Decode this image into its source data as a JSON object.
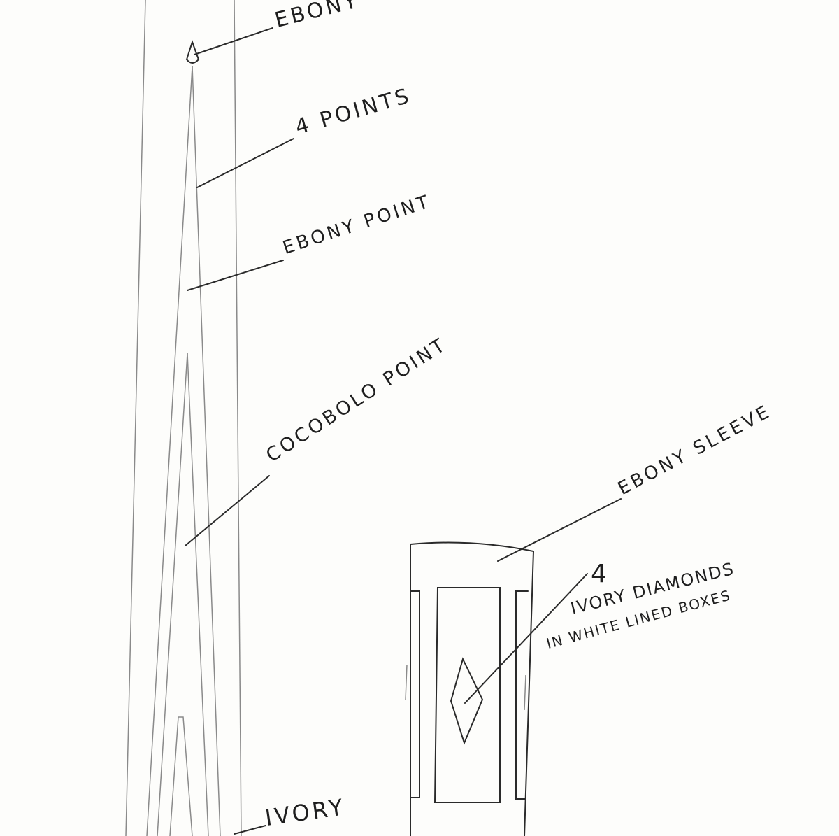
{
  "labels": {
    "ebony_tip": "EBONY",
    "four_points": "4 POINTS",
    "ebony_point": "EBONY POINT",
    "cocobolo_point": "COCOBOLO POINT",
    "ebony_sleeve": "EBONY SLEEVE",
    "four": "4",
    "ivory_diamonds": "IVORY DIAMONDS",
    "white_lined_boxes": "IN WHITE LINED BOXES",
    "ivory": "IVORY"
  }
}
